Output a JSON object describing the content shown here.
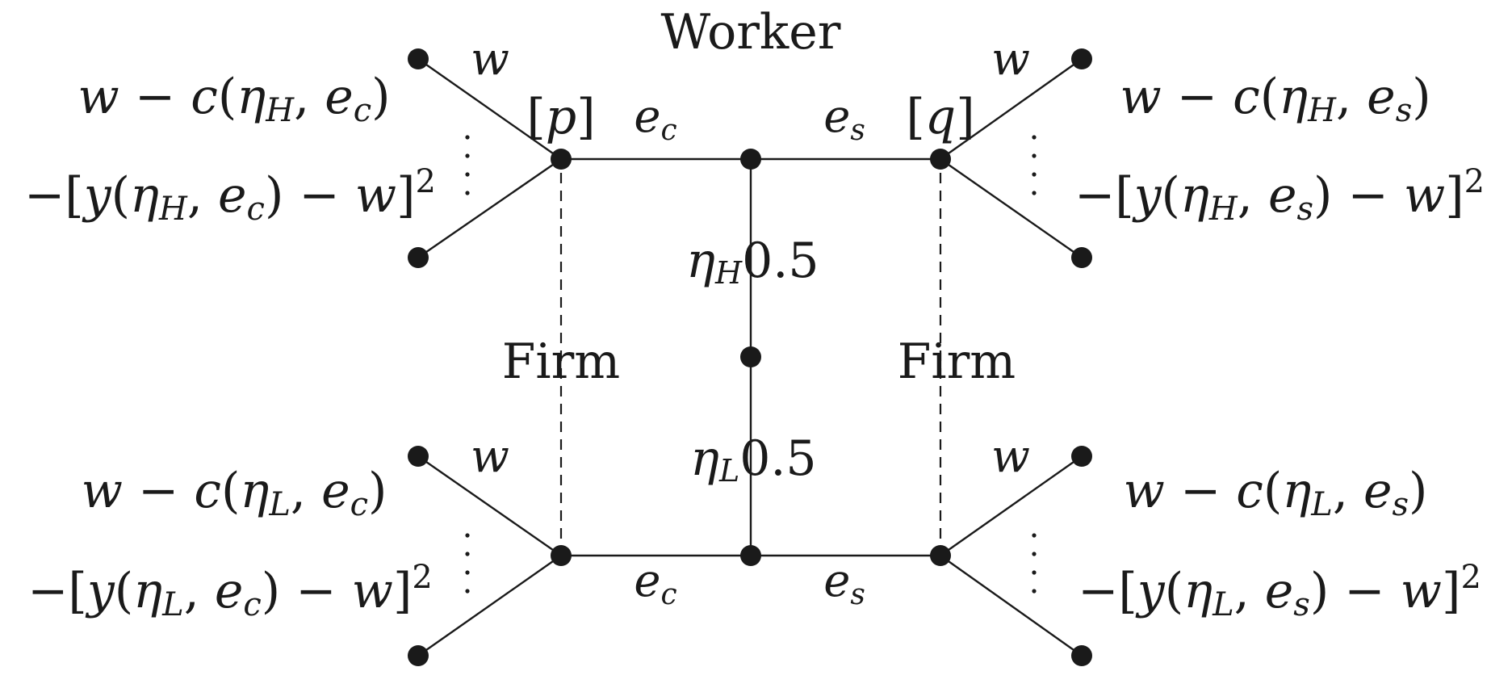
{
  "labels": {
    "worker": "Worker",
    "firm_left": "Firm",
    "firm_right": "Firm",
    "info_set_p": "[p]",
    "info_set_q": "[q]",
    "nature_high": "ηH0.5",
    "nature_low": "ηL0.5",
    "edge_ec_top": "ec",
    "edge_es_top": "es",
    "edge_ec_bottom": "ec",
    "edge_es_bottom": "es",
    "wage_tl": "w",
    "wage_tr": "w",
    "wage_bl": "w",
    "wage_br": "w"
  },
  "payoffs": {
    "top_left_worker": "w − c(ηH, ec)",
    "top_left_firm": "−[y(ηH, ec) − w]2",
    "top_right_worker": "w − c(ηH, es)",
    "top_right_firm": "−[y(ηH, es) − w]2",
    "bottom_left_worker": "w − c(ηL, ec)",
    "bottom_left_firm": "−[y(ηL, ec) − w]2",
    "bottom_right_worker": "w − c(ηL, es)",
    "bottom_right_firm": "−[y(ηL, es) − w]2"
  }
}
